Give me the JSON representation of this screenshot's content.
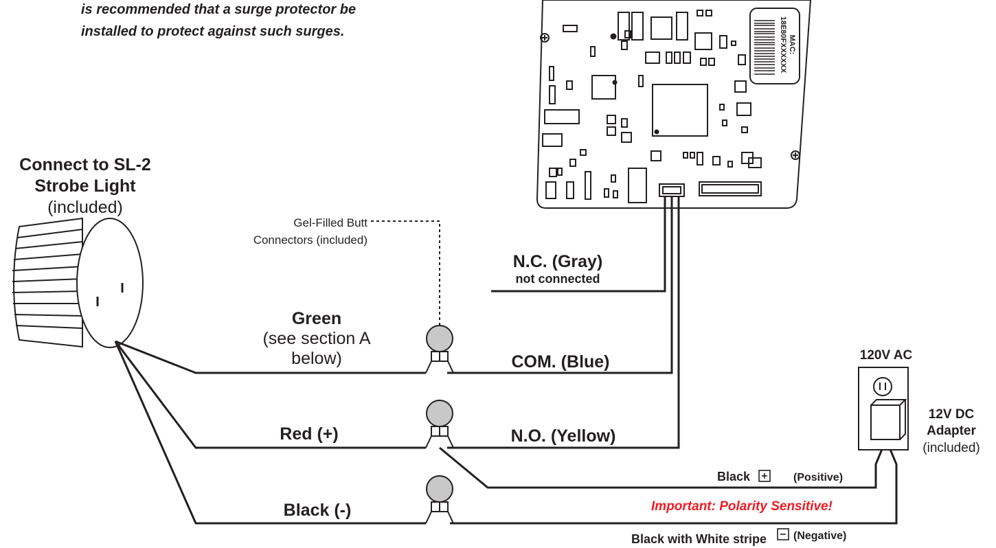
{
  "intro": {
    "line1": "is recommended that a surge protector be",
    "line2": "installed to protect against such surges."
  },
  "board": {
    "mac_label": "MAC:",
    "mac_value": "18E80FXXXXXX"
  },
  "strobe": {
    "title_line1": "Connect to SL-2",
    "title_line2": "Strobe Light",
    "note": "(included)"
  },
  "butt_connectors": {
    "line1": "Gel-Filled Butt",
    "line2": "Connectors (included)"
  },
  "wires": {
    "nc_title": "N.C. (Gray)",
    "nc_sub": "not connected",
    "green_title": "Green",
    "green_sub1": "(see section A",
    "green_sub2": "below)",
    "com": "COM. (Blue)",
    "red": "Red (+)",
    "no": "N.O. (Yellow)",
    "black_minus": "Black (-)",
    "black": "Black",
    "positive": "(Positive)",
    "polarity": "Important: Polarity Sensitive!",
    "black_white": "Black with White stripe",
    "negative": "(Negative)"
  },
  "power": {
    "ac_label": "120V AC",
    "adapter_line1": "12V DC",
    "adapter_line2": "Adapter",
    "adapter_note": "(included)"
  },
  "colors": {
    "ink": "#231f20",
    "warning": "#ed1c24"
  }
}
